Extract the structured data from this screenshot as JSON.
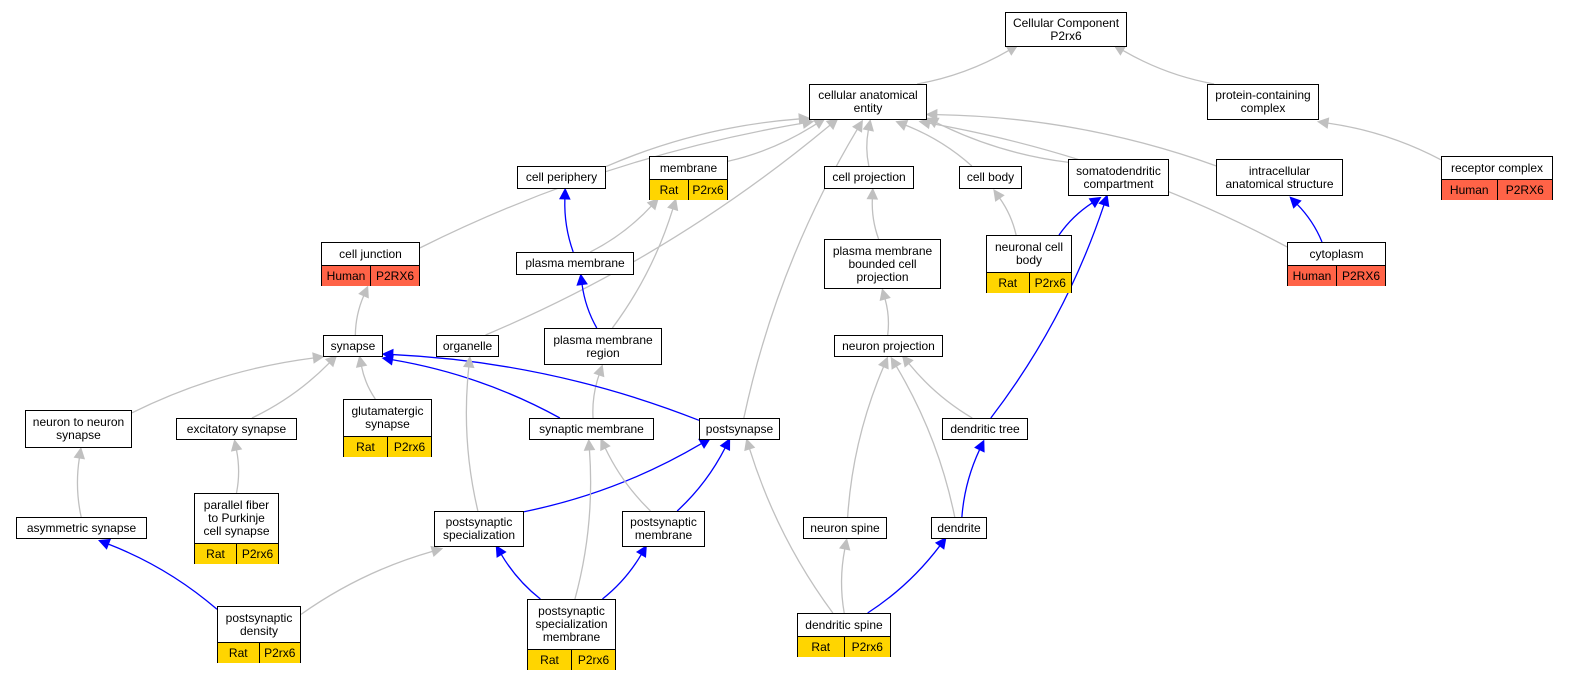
{
  "colors": {
    "is_a_edge": "#c0c0c0",
    "part_of_edge": "#0000ff",
    "rat_annotation": "#ffd500",
    "human_annotation": "#ff6347"
  },
  "nodes": {
    "cellular_component": {
      "label": "Cellular Component\nP2rx6"
    },
    "cellular_anatomical_entity": {
      "label": "cellular anatomical\nentity"
    },
    "protein_containing_complex": {
      "label": "protein-containing\ncomplex"
    },
    "receptor_complex": {
      "label": "receptor complex",
      "species": "Human",
      "gene": "P2RX6"
    },
    "cell_periphery": {
      "label": "cell periphery"
    },
    "membrane": {
      "label": "membrane",
      "species": "Rat",
      "gene": "P2rx6"
    },
    "cell_projection": {
      "label": "cell projection"
    },
    "cell_body": {
      "label": "cell body"
    },
    "somatodendritic_compartment": {
      "label": "somatodendritic\ncompartment"
    },
    "intracellular_anatomical_structure": {
      "label": "intracellular\nanatomical structure"
    },
    "cell_junction": {
      "label": "cell junction",
      "species": "Human",
      "gene": "P2RX6"
    },
    "plasma_membrane": {
      "label": "plasma membrane"
    },
    "plasma_membrane_bounded_cell_projection": {
      "label": "plasma membrane\nbounded cell\nprojection"
    },
    "neuronal_cell_body": {
      "label": "neuronal cell\nbody",
      "species": "Rat",
      "gene": "P2rx6"
    },
    "cytoplasm": {
      "label": "cytoplasm",
      "species": "Human",
      "gene": "P2RX6"
    },
    "synapse": {
      "label": "synapse"
    },
    "organelle": {
      "label": "organelle"
    },
    "plasma_membrane_region": {
      "label": "plasma membrane\nregion"
    },
    "neuron_projection": {
      "label": "neuron projection"
    },
    "neuron_to_neuron_synapse": {
      "label": "neuron to neuron\nsynapse"
    },
    "excitatory_synapse": {
      "label": "excitatory synapse"
    },
    "glutamatergic_synapse": {
      "label": "glutamatergic\nsynapse",
      "species": "Rat",
      "gene": "P2rx6"
    },
    "synaptic_membrane": {
      "label": "synaptic membrane"
    },
    "postsynapse": {
      "label": "postsynapse"
    },
    "dendritic_tree": {
      "label": "dendritic tree"
    },
    "asymmetric_synapse": {
      "label": "asymmetric synapse"
    },
    "parallel_fiber_synapse": {
      "label": "parallel fiber\nto Purkinje\ncell synapse",
      "species": "Rat",
      "gene": "P2rx6"
    },
    "postsynaptic_specialization": {
      "label": "postsynaptic\nspecialization"
    },
    "postsynaptic_membrane": {
      "label": "postsynaptic\nmembrane"
    },
    "neuron_spine": {
      "label": "neuron spine"
    },
    "dendrite": {
      "label": "dendrite"
    },
    "postsynaptic_density": {
      "label": "postsynaptic\ndensity",
      "species": "Rat",
      "gene": "P2rx6"
    },
    "postsynaptic_specialization_membrane": {
      "label": "postsynaptic\nspecialization\nmembrane",
      "species": "Rat",
      "gene": "P2rx6"
    },
    "dendritic_spine": {
      "label": "dendritic spine",
      "species": "Rat",
      "gene": "P2rx6"
    }
  },
  "edges": [
    {
      "from": "cellular_anatomical_entity",
      "to": "cellular_component",
      "type": "is_a"
    },
    {
      "from": "protein_containing_complex",
      "to": "cellular_component",
      "type": "is_a"
    },
    {
      "from": "receptor_complex",
      "to": "protein_containing_complex",
      "type": "is_a"
    },
    {
      "from": "cell_periphery",
      "to": "cellular_anatomical_entity",
      "type": "is_a"
    },
    {
      "from": "membrane",
      "to": "cellular_anatomical_entity",
      "type": "is_a"
    },
    {
      "from": "cell_projection",
      "to": "cellular_anatomical_entity",
      "type": "is_a"
    },
    {
      "from": "cell_body",
      "to": "cellular_anatomical_entity",
      "type": "is_a"
    },
    {
      "from": "somatodendritic_compartment",
      "to": "cellular_anatomical_entity",
      "type": "is_a"
    },
    {
      "from": "intracellular_anatomical_structure",
      "to": "cellular_anatomical_entity",
      "type": "is_a"
    },
    {
      "from": "cell_junction",
      "to": "cellular_anatomical_entity",
      "type": "is_a"
    },
    {
      "from": "organelle",
      "to": "cellular_anatomical_entity",
      "type": "is_a"
    },
    {
      "from": "postsynapse",
      "to": "cellular_anatomical_entity",
      "type": "is_a"
    },
    {
      "from": "cytoplasm",
      "to": "cellular_anatomical_entity",
      "type": "is_a"
    },
    {
      "from": "plasma_membrane",
      "to": "cell_periphery",
      "type": "part_of"
    },
    {
      "from": "plasma_membrane",
      "to": "membrane",
      "type": "is_a"
    },
    {
      "from": "plasma_membrane_region",
      "to": "plasma_membrane",
      "type": "part_of"
    },
    {
      "from": "plasma_membrane_region",
      "to": "membrane",
      "type": "is_a"
    },
    {
      "from": "plasma_membrane_bounded_cell_projection",
      "to": "cell_projection",
      "type": "is_a"
    },
    {
      "from": "neuronal_cell_body",
      "to": "cell_body",
      "type": "is_a"
    },
    {
      "from": "neuronal_cell_body",
      "to": "somatodendritic_compartment",
      "type": "part_of"
    },
    {
      "from": "cytoplasm",
      "to": "intracellular_anatomical_structure",
      "type": "part_of"
    },
    {
      "from": "synapse",
      "to": "cell_junction",
      "type": "is_a"
    },
    {
      "from": "neuron_projection",
      "to": "plasma_membrane_bounded_cell_projection",
      "type": "is_a"
    },
    {
      "from": "neuron_to_neuron_synapse",
      "to": "synapse",
      "type": "is_a"
    },
    {
      "from": "excitatory_synapse",
      "to": "synapse",
      "type": "is_a"
    },
    {
      "from": "glutamatergic_synapse",
      "to": "synapse",
      "type": "is_a"
    },
    {
      "from": "synaptic_membrane",
      "to": "synapse",
      "type": "part_of"
    },
    {
      "from": "synaptic_membrane",
      "to": "plasma_membrane_region",
      "type": "is_a"
    },
    {
      "from": "postsynapse",
      "to": "synapse",
      "type": "part_of"
    },
    {
      "from": "dendritic_tree",
      "to": "neuron_projection",
      "type": "is_a"
    },
    {
      "from": "dendritic_tree",
      "to": "somatodendritic_compartment",
      "type": "part_of"
    },
    {
      "from": "asymmetric_synapse",
      "to": "neuron_to_neuron_synapse",
      "type": "is_a"
    },
    {
      "from": "parallel_fiber_synapse",
      "to": "excitatory_synapse",
      "type": "is_a"
    },
    {
      "from": "postsynaptic_specialization",
      "to": "organelle",
      "type": "is_a"
    },
    {
      "from": "postsynaptic_specialization",
      "to": "postsynapse",
      "type": "part_of"
    },
    {
      "from": "postsynaptic_membrane",
      "to": "synaptic_membrane",
      "type": "is_a"
    },
    {
      "from": "postsynaptic_membrane",
      "to": "postsynapse",
      "type": "part_of"
    },
    {
      "from": "neuron_spine",
      "to": "neuron_projection",
      "type": "is_a"
    },
    {
      "from": "dendrite",
      "to": "neuron_projection",
      "type": "is_a"
    },
    {
      "from": "dendrite",
      "to": "dendritic_tree",
      "type": "part_of"
    },
    {
      "from": "postsynaptic_density",
      "to": "asymmetric_synapse",
      "type": "part_of"
    },
    {
      "from": "postsynaptic_density",
      "to": "postsynaptic_specialization",
      "type": "is_a"
    },
    {
      "from": "postsynaptic_specialization_membrane",
      "to": "synaptic_membrane",
      "type": "is_a"
    },
    {
      "from": "postsynaptic_specialization_membrane",
      "to": "postsynaptic_specialization",
      "type": "part_of"
    },
    {
      "from": "postsynaptic_specialization_membrane",
      "to": "postsynaptic_membrane",
      "type": "part_of"
    },
    {
      "from": "dendritic_spine",
      "to": "neuron_spine",
      "type": "is_a"
    },
    {
      "from": "dendritic_spine",
      "to": "dendrite",
      "type": "part_of"
    },
    {
      "from": "dendritic_spine",
      "to": "postsynapse",
      "type": "is_a"
    }
  ]
}
